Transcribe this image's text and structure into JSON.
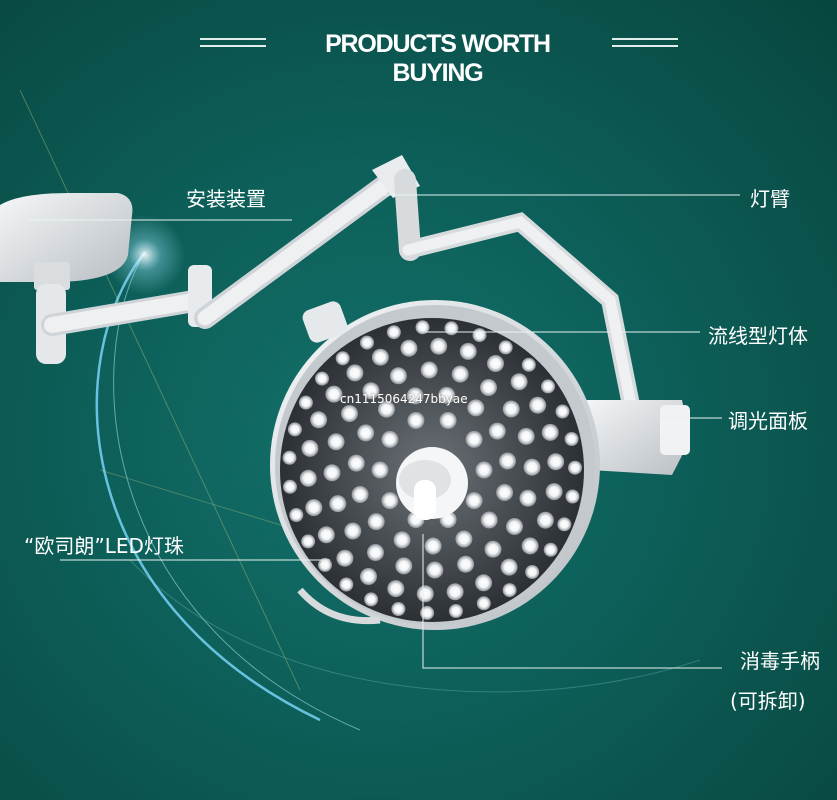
{
  "header": {
    "title": "PRODUCTS WORTH BUYING"
  },
  "labels": {
    "mounting_device": "安装装置",
    "lamp_arm": "灯臂",
    "streamlined_body": "流线型灯体",
    "dimming_panel": "调光面板",
    "led_beads": "“欧司朗”LED灯珠",
    "sterile_handle": "消毒手柄",
    "detachable": "(可拆卸)"
  },
  "watermark": "cn1115064247bbyae",
  "colors": {
    "background": "#0d5f59",
    "text": "#ffffff",
    "lamp_body": "#dfe3e6"
  }
}
